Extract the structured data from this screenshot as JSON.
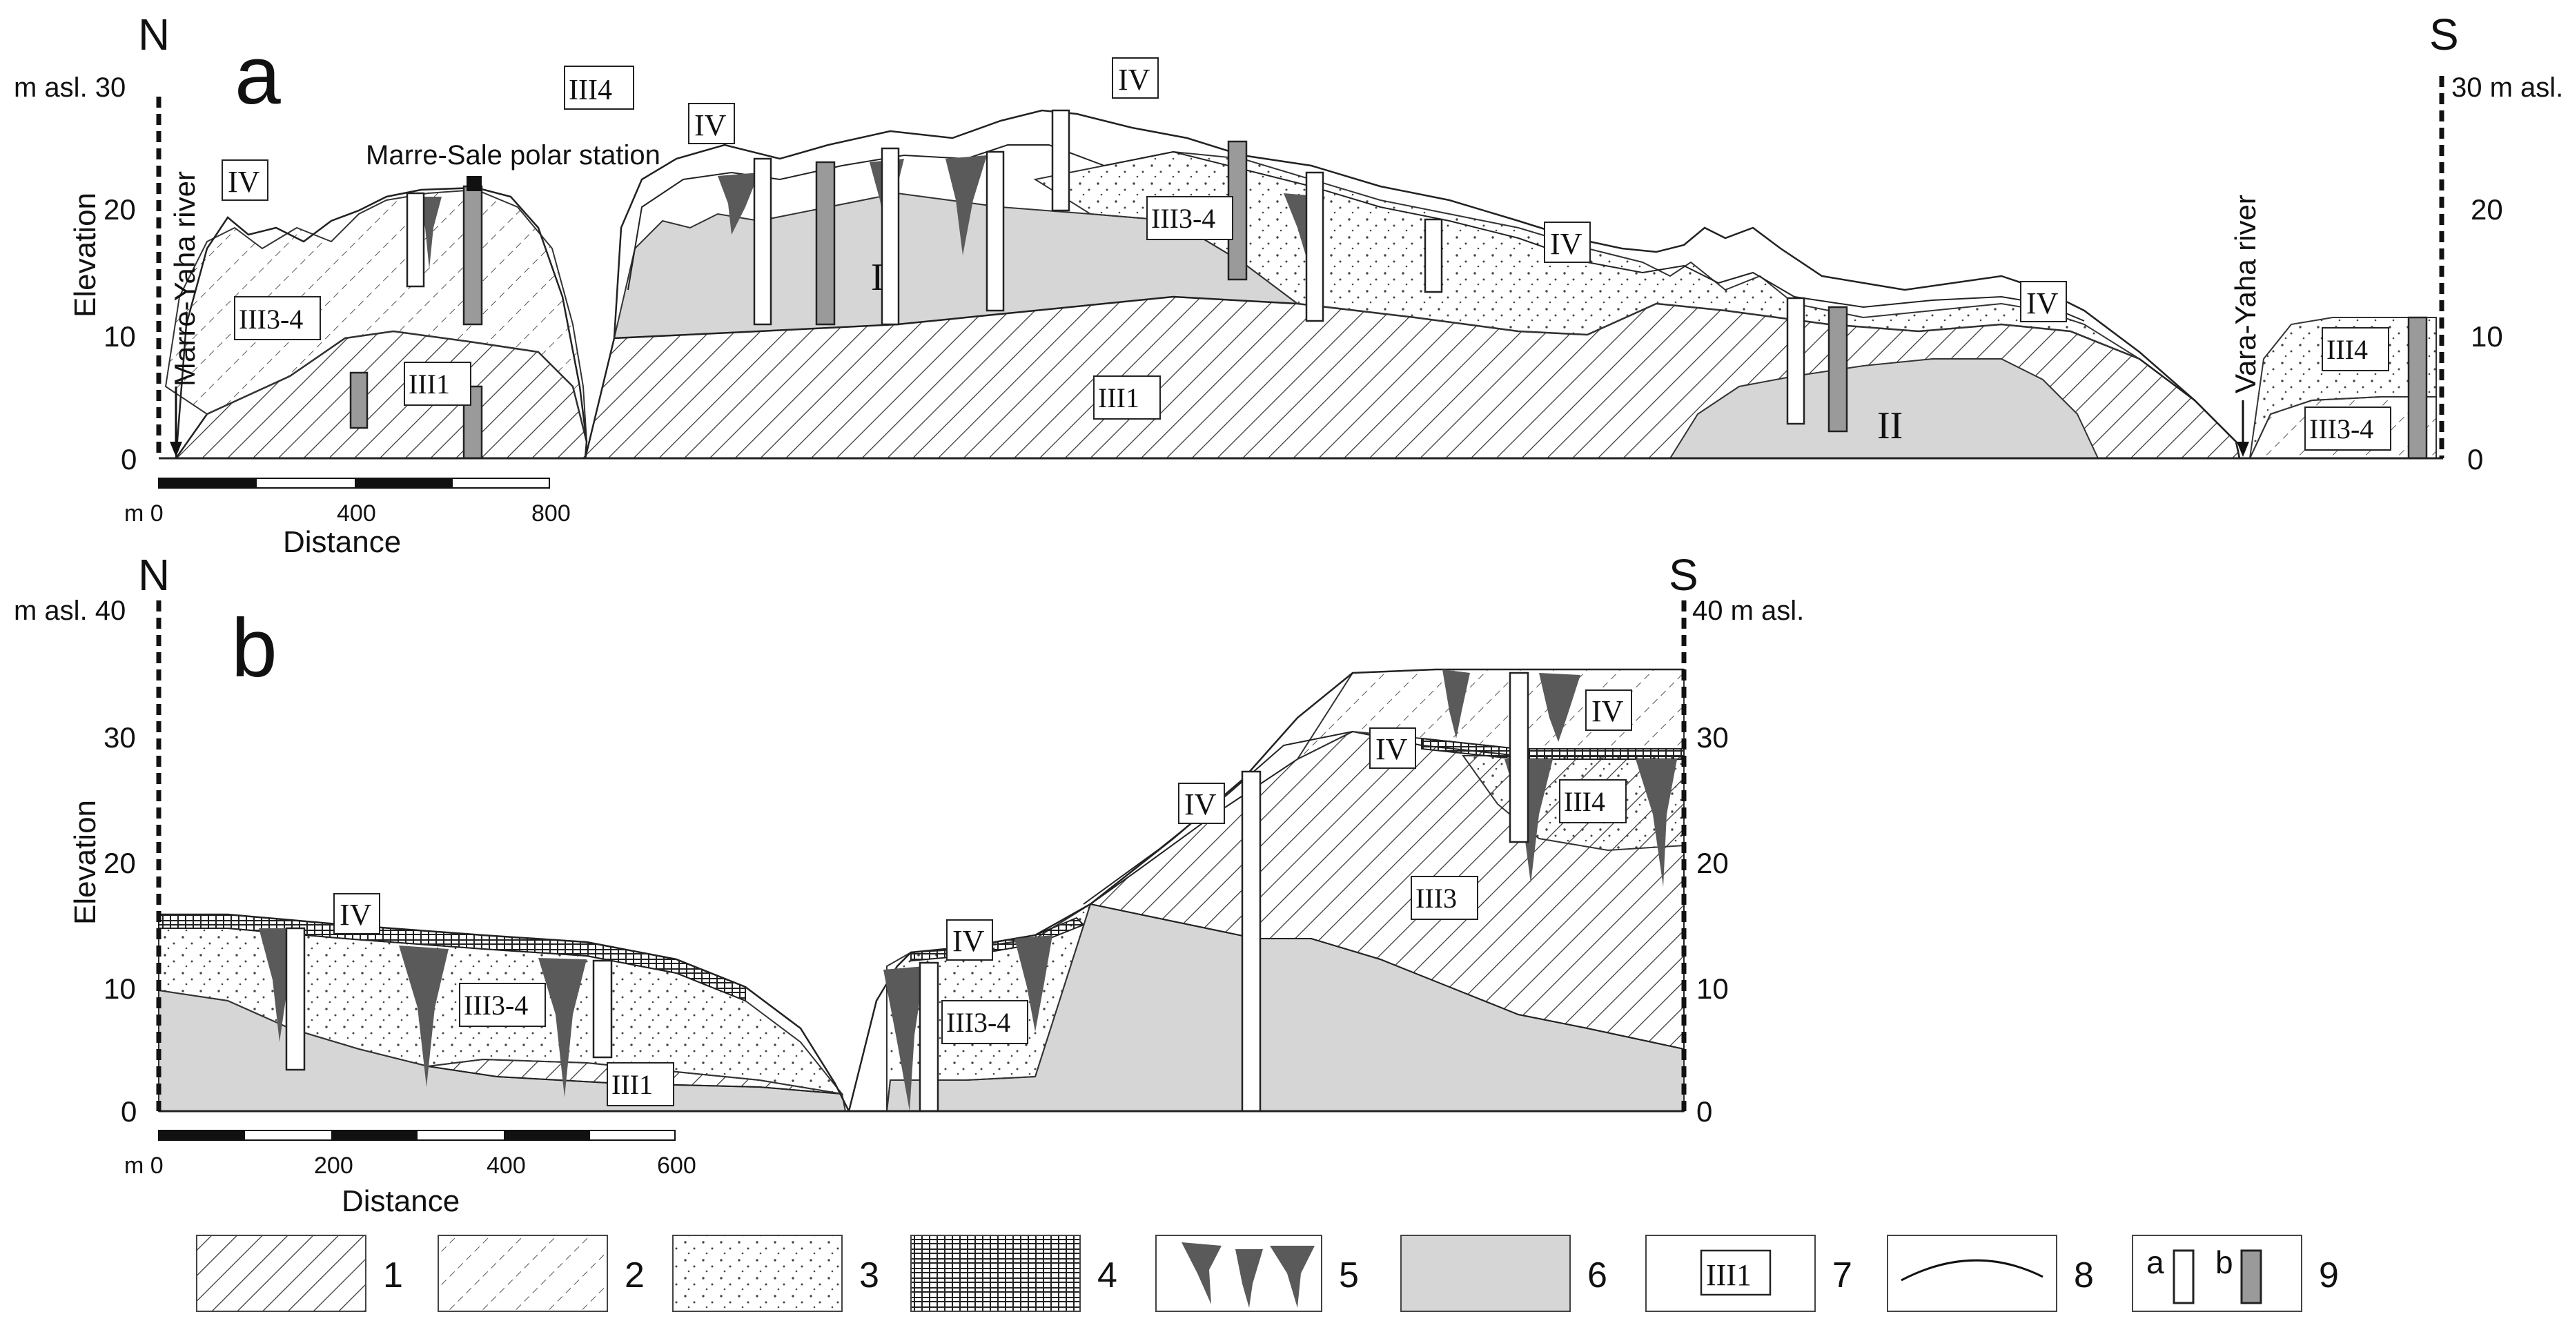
{
  "panel_a": {
    "panel_letter": "a",
    "north_label": "N",
    "south_label": "S",
    "axis_left_top": "m asl. 30",
    "axis_right_top": "30 m asl.",
    "ylabel": "Elevation",
    "yticks_left": [
      "20",
      "10",
      "0"
    ],
    "yticks_right": [
      "20",
      "10",
      "0"
    ],
    "river_north": "Marre-Yaha river",
    "river_south": "Vara-Yaha river",
    "station_label": "Marre-Sale polar station",
    "scale_ticks": [
      "m 0",
      "400",
      "800"
    ],
    "scale_title": "Distance",
    "unit_labels": {
      "iv_1": "IV",
      "iv_2": "IV",
      "iv_3": "IV",
      "iv_4": "IV",
      "iv_5": "IV",
      "iii4_top": "III4",
      "iii34_left": "III3-4",
      "iii34_center": "III3-4",
      "iii1_left": "III1",
      "iii1_center": "III1",
      "iii4_right": "III4",
      "iii34_right": "III3-4"
    },
    "roman_i": "I",
    "roman_ii": "II"
  },
  "panel_b": {
    "panel_letter": "b",
    "north_label": "N",
    "south_label": "S",
    "axis_left_top": "m asl. 40",
    "axis_right_top": "40 m asl.",
    "ylabel": "Elevation",
    "yticks_left": [
      "30",
      "20",
      "10",
      "0"
    ],
    "yticks_right": [
      "30",
      "20",
      "10",
      "0"
    ],
    "scale_ticks": [
      "m 0",
      "200",
      "400",
      "600"
    ],
    "scale_title": "Distance",
    "unit_labels": {
      "iv_1": "IV",
      "iv_2": "IV",
      "iv_3": "IV",
      "iv_4": "IV",
      "iv_5": "IV",
      "iii34_left": "III3-4",
      "iii34_mid": "III3-4",
      "iii1": "III1",
      "iii4": "III4",
      "iii3": "III3"
    }
  },
  "legend": {
    "items": [
      "1",
      "2",
      "3",
      "4",
      "5",
      "6",
      "7",
      "8",
      "9"
    ],
    "sample_unit": "III1",
    "label_a": "a",
    "label_b": "b"
  },
  "colors": {
    "gray_fill": "#d6d6d6",
    "dark_fill": "#5a5a5a",
    "core_fill": "#9a9a9a",
    "line": "#222222"
  }
}
